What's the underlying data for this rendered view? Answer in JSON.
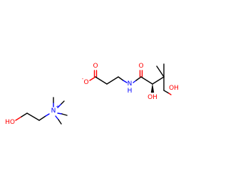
{
  "colors": {
    "bond": "#000000",
    "oxygen": "#ff0000",
    "nitrogen": "#0000ff",
    "background": "#ffffff"
  },
  "choline": {
    "hydroxyl_label": "HO",
    "nitrogen_label": "N",
    "nitrogen_charge": "+"
  },
  "pantothenate": {
    "carboxylate_oxygen_top": "O",
    "carboxylate_oxygen_minus": "O",
    "carboxylate_charge": "-",
    "amide_nitrogen": "N",
    "amide_hydrogen": "H",
    "amide_oxygen": "O",
    "hydroxyl_label": "OH",
    "terminal_hydroxyl_label": "OH"
  }
}
